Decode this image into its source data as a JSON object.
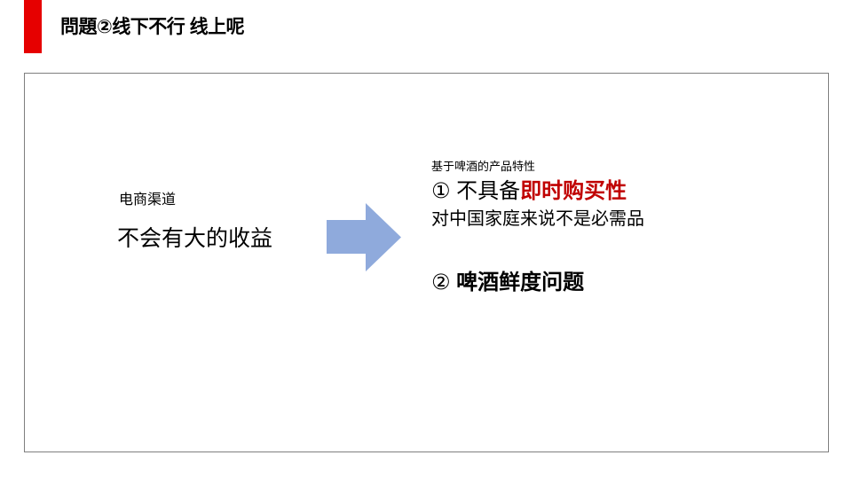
{
  "slide": {
    "title": "問題②线下不行 线上呢",
    "accent_color": "#e60000",
    "border_color": "#7f7f7f"
  },
  "left": {
    "label": "电商渠道",
    "statement": "不会有大的收益"
  },
  "arrow": {
    "icon": "right-arrow-icon",
    "color": "#8faadc"
  },
  "right": {
    "caption": "基于啤酒的产品特性",
    "point1": {
      "number": "①",
      "prefix": " 不具备",
      "highlight": "即时购买性",
      "highlight_color": "#c00000",
      "sub": "对中国家庭来说不是必需品"
    },
    "point2": {
      "number": "②",
      "text": " 啤酒鲜度问题"
    }
  }
}
